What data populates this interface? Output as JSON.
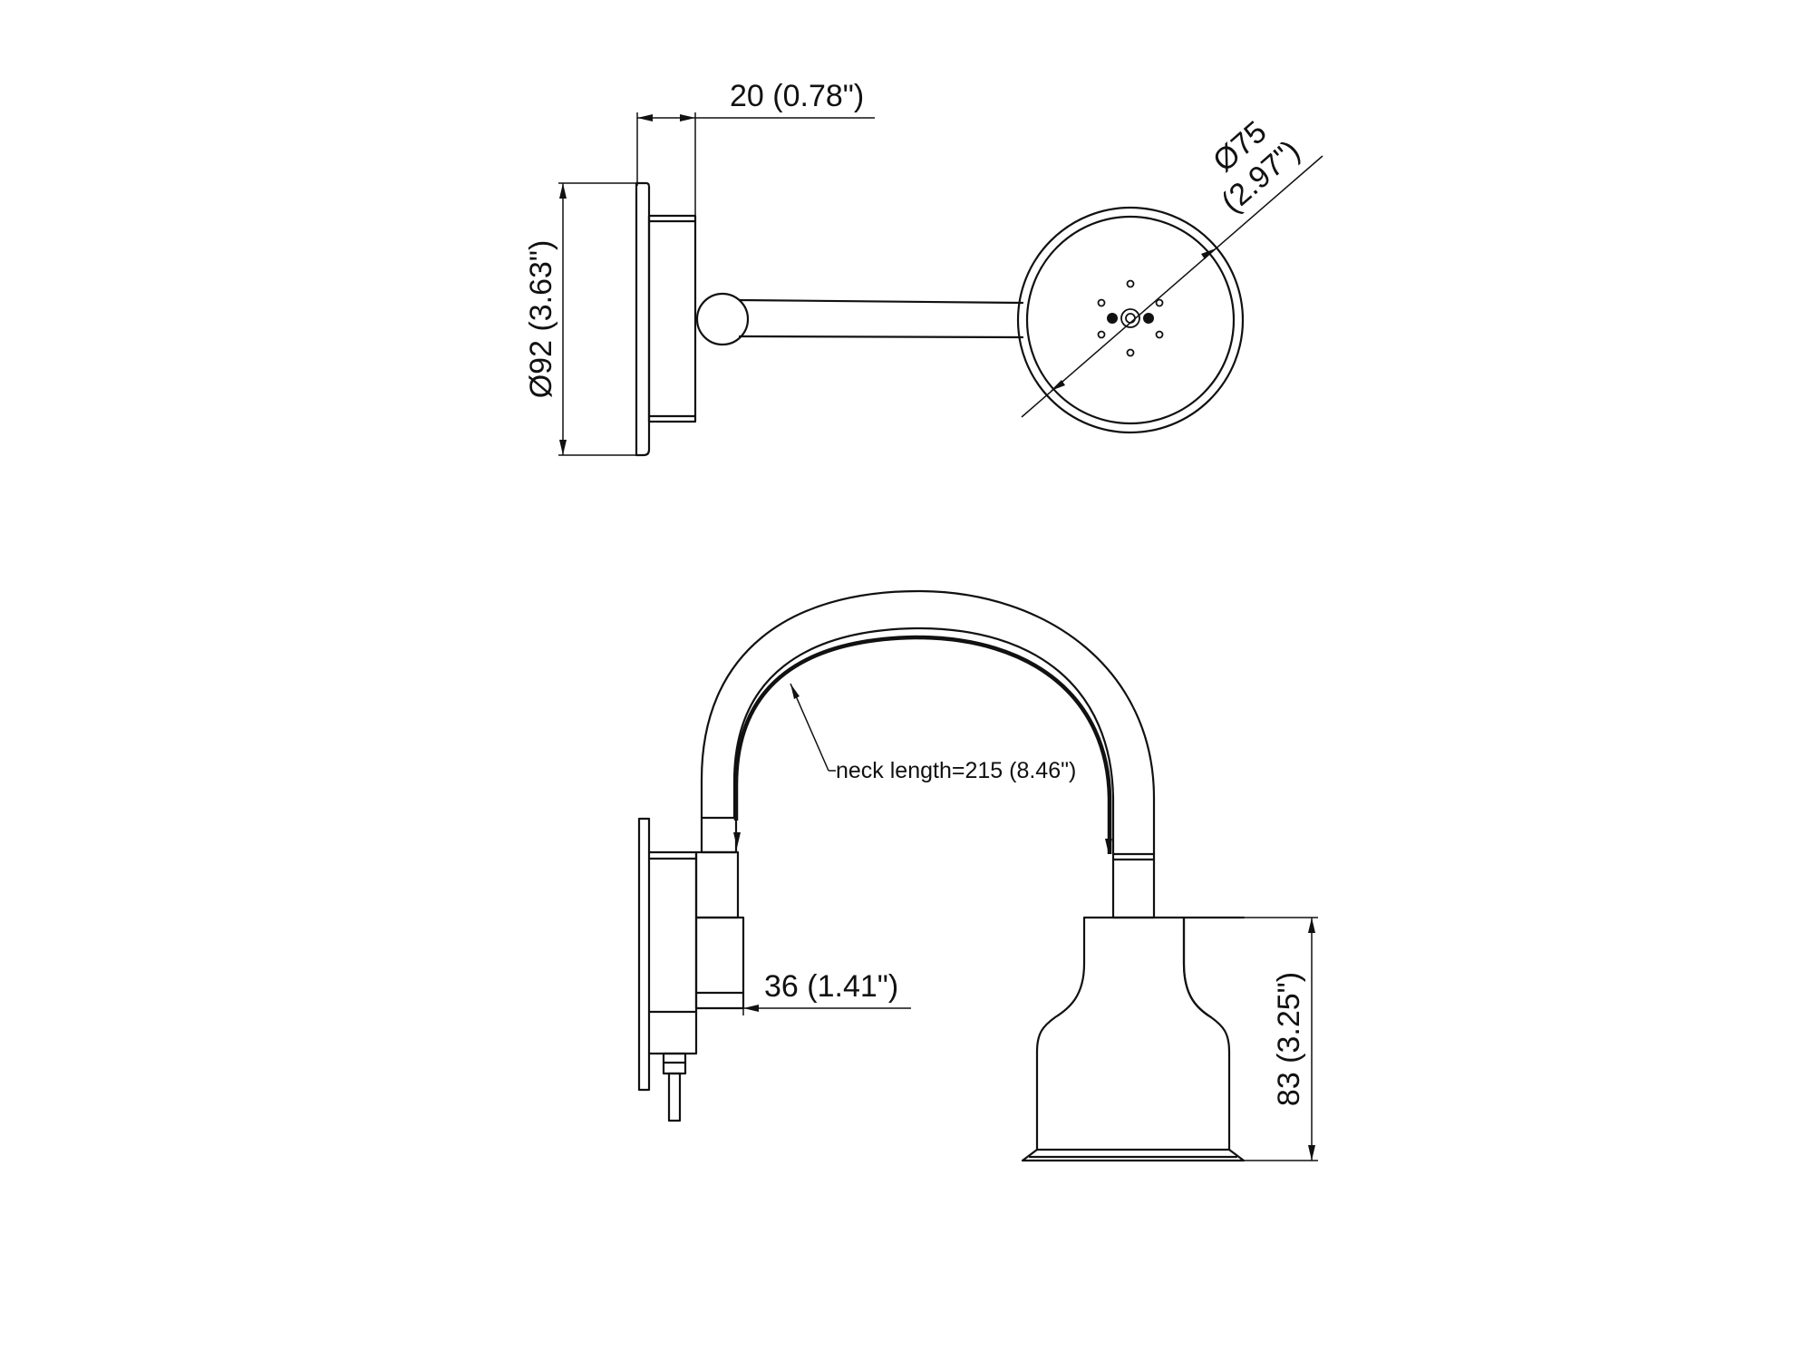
{
  "dimensions": {
    "top_width": "20  (0.78\")",
    "top_height": "Ø92  (3.63\")",
    "head_diameter_1": "Ø75",
    "head_diameter_2": "(2.97\")",
    "neck_length": "neck length=215 (8.46\")",
    "base_depth": "36  (1.41\")",
    "shade_height": "83  (3.25\")"
  },
  "colors": {
    "ink": "#111111",
    "paper": "#ffffff"
  }
}
